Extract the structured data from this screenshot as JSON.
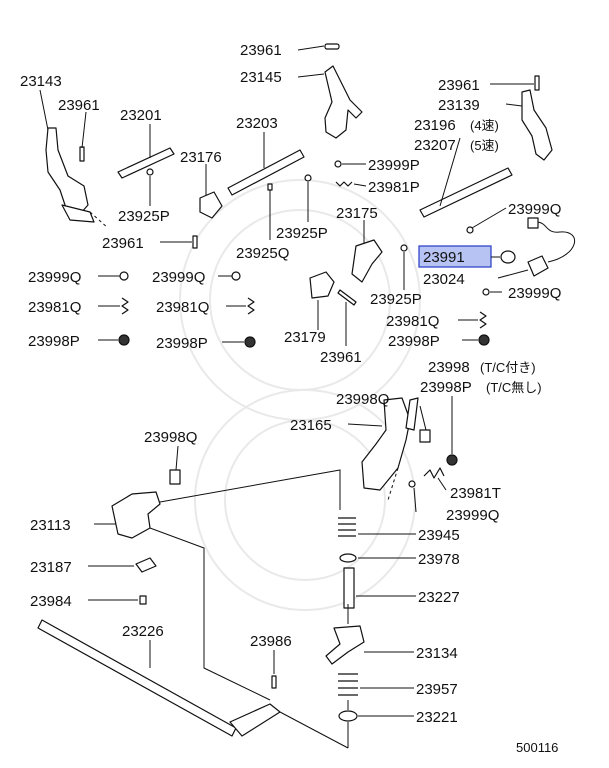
{
  "diagram_id": "500116",
  "highlighted_part": "23991",
  "colors": {
    "highlight_fill": "#b6c3f3",
    "highlight_stroke": "#3347c9",
    "line": "#111111"
  },
  "labels": {
    "p23961_a": "23961",
    "p23145": "23145",
    "p23143": "23143",
    "p23961_b": "23961",
    "p23201": "23201",
    "p23203": "23203",
    "p23176": "23176",
    "p23925p_a": "23925P",
    "p23961_c": "23961",
    "p23999p": "23999P",
    "p23981p": "23981P",
    "p23925p_b": "23925P",
    "p23925q": "23925Q",
    "p23175": "23175",
    "p23961_d": "23961",
    "p23139": "23139",
    "p23196": "23196",
    "p23196_note": "(4速)",
    "p23207": "23207",
    "p23207_note": "(5速)",
    "p23999q_a": "23999Q",
    "p23991": "23991",
    "p23024": "23024",
    "p23999q_b": "23999Q",
    "p23925p_c": "23925P",
    "p23999q_c": "23999Q",
    "p23999q_d": "23999Q",
    "p23981q_a": "23981Q",
    "p23981q_b": "23981Q",
    "p23981q_c": "23981Q",
    "p23998p_a": "23998P",
    "p23998p_b": "23998P",
    "p23998p_c": "23998P",
    "p23179": "23179",
    "p23961_e": "23961",
    "p23998": "23998",
    "p23998_note": "(T/C付き)",
    "p23998p_d": "23998P",
    "p23998p_d_note": "(T/C無し)",
    "p23998q_a": "23998Q",
    "p23165": "23165",
    "p23998q_b": "23998Q",
    "p23981t": "23981T",
    "p23999q_e": "23999Q",
    "p23113": "23113",
    "p23945": "23945",
    "p23978": "23978",
    "p23187": "23187",
    "p23227": "23227",
    "p23984": "23984",
    "p23226": "23226",
    "p23986": "23986",
    "p23134": "23134",
    "p23957": "23957",
    "p23221": "23221"
  }
}
